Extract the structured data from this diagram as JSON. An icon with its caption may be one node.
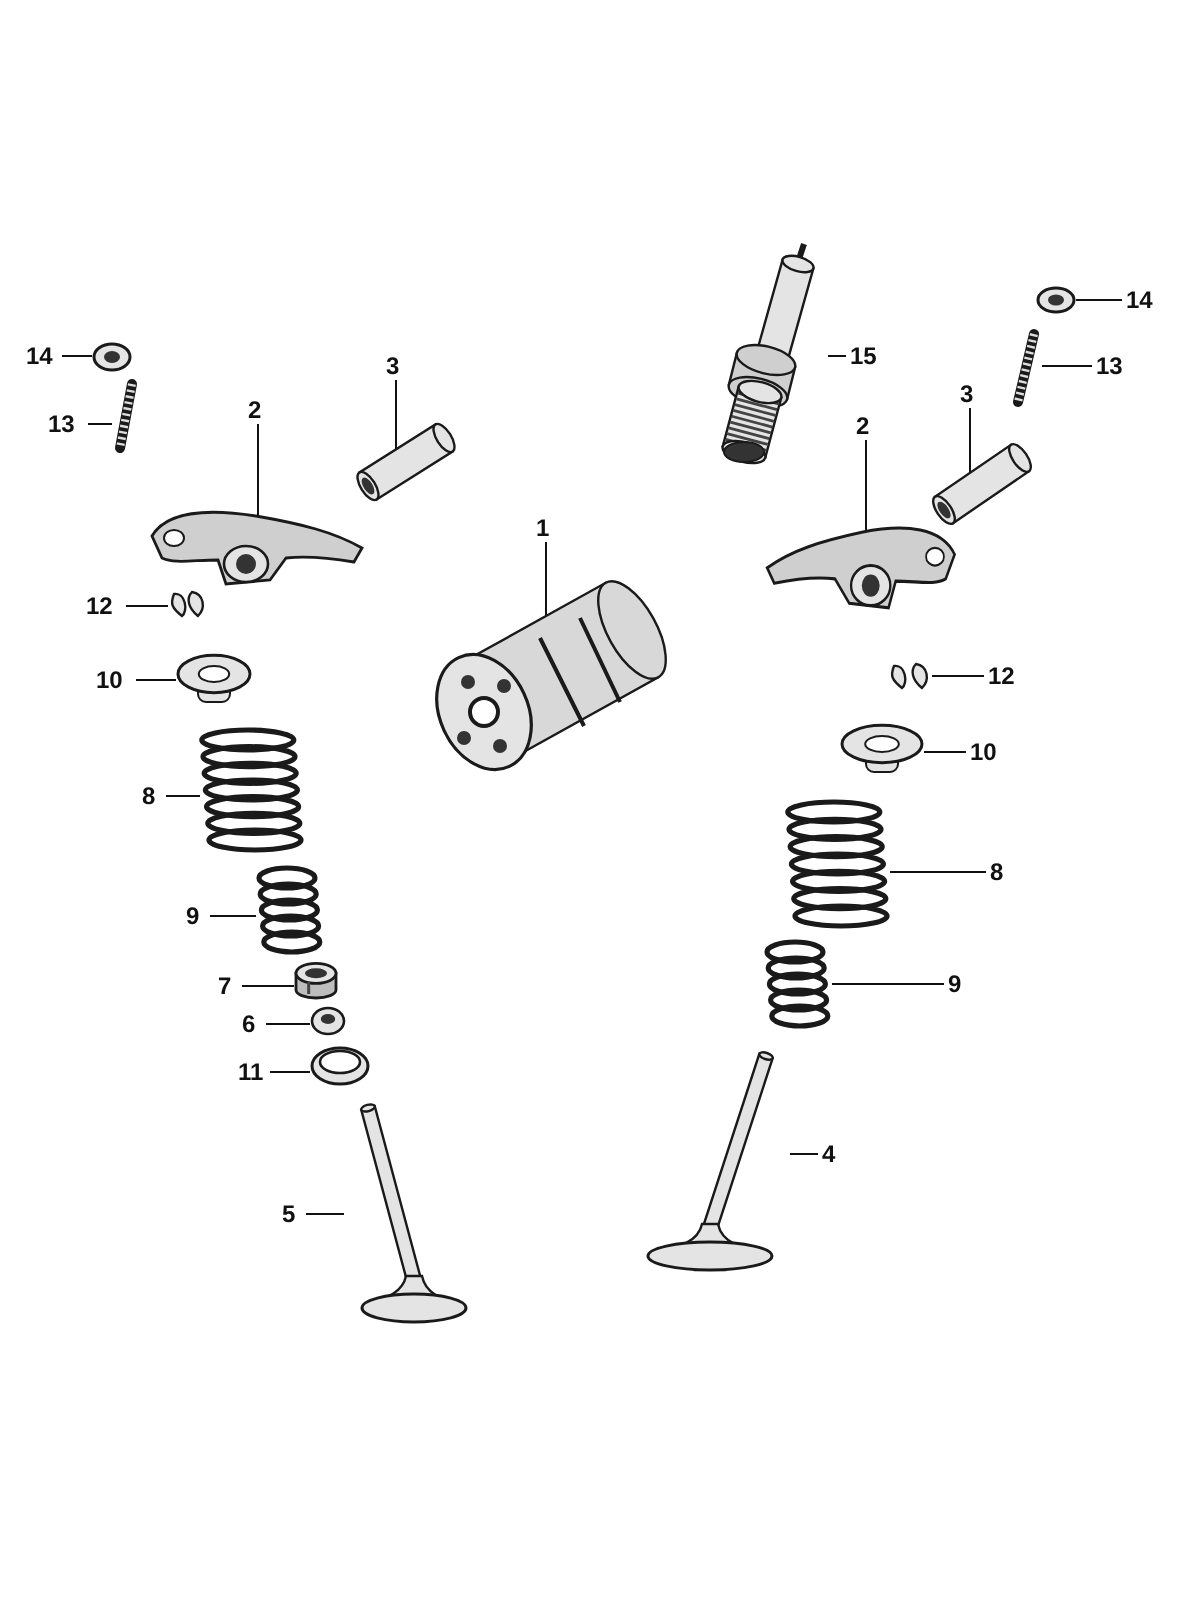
{
  "diagram": {
    "nodes": [
      {
        "text": [
          "14"
        ]
      },
      {
        "text": [],
        "shape": "picture"
      },
      {
        "text": [
          "13"
        ]
      },
      {
        "text": [],
        "shape": "picture"
      },
      {
        "text": [
          "3"
        ]
      },
      {
        "text": [],
        "shape": "picture"
      },
      {
        "text": [
          "2"
        ]
      },
      {
        "text": [],
        "shape": "picture"
      },
      {
        "text": [
          "14"
        ]
      },
      {
        "text": [],
        "shape": "picture"
      },
      {
        "text": [
          "15"
        ]
      },
      {
        "text": [],
        "shape": "picture"
      },
      {
        "text": [
          "13"
        ]
      },
      {
        "text": [],
        "shape": "picture"
      },
      {
        "text": [
          "3"
        ]
      },
      {
        "text": [],
        "shape": "picture"
      },
      {
        "text": [
          "2"
        ]
      },
      {
        "text": [],
        "shape": "picture"
      },
      {
        "text": [
          "1"
        ]
      },
      {
        "text": [],
        "shape": "picture"
      },
      {
        "text": [
          "12"
        ]
      },
      {
        "text": [],
        "shape": "picture"
      },
      {
        "text": [
          "12"
        ]
      },
      {
        "text": [],
        "shape": "picture"
      },
      {
        "text": [
          "10"
        ]
      },
      {
        "text": [],
        "shape": "picture"
      },
      {
        "text": [
          "10"
        ]
      },
      {
        "text": [],
        "shape": "picture"
      },
      {
        "text": [
          "8"
        ]
      },
      {
        "text": [],
        "shape": "picture"
      },
      {
        "text": [
          "8"
        ]
      },
      {
        "text": [],
        "shape": "picture"
      },
      {
        "text": [
          "9"
        ]
      },
      {
        "text": [],
        "shape": "picture"
      },
      {
        "text": [
          "9"
        ]
      },
      {
        "text": [],
        "shape": "picture"
      },
      {
        "text": [
          "7"
        ]
      },
      {
        "text": [],
        "shape": "picture"
      },
      {
        "text": [
          "6"
        ]
      },
      {
        "text": [],
        "shape": "picture"
      },
      {
        "text": [
          "11"
        ]
      },
      {
        "text": [],
        "shape": "picture"
      },
      {
        "text": [
          "4"
        ]
      },
      {
        "text": [],
        "shape": "picture"
      },
      {
        "text": [
          "5"
        ]
      },
      {
        "text": [],
        "shape": "picture"
      }
    ],
    "edges": [
      {
        "from": 0,
        "to": 1,
        "arrow": "none"
      },
      {
        "from": 2,
        "to": 3,
        "arrow": "none"
      },
      {
        "from": 4,
        "to": 5,
        "arrow": "none"
      },
      {
        "from": 6,
        "to": 7,
        "arrow": "none"
      },
      {
        "from": 8,
        "to": 9,
        "arrow": "none"
      },
      {
        "from": 10,
        "to": 11,
        "arrow": "none"
      },
      {
        "from": 12,
        "to": 13,
        "arrow": "none"
      },
      {
        "from": 14,
        "to": 15,
        "arrow": "none"
      },
      {
        "from": 16,
        "to": 17,
        "arrow": "none"
      },
      {
        "from": 18,
        "to": 19,
        "arrow": "none"
      },
      {
        "from": 20,
        "to": 21,
        "arrow": "none"
      },
      {
        "from": 22,
        "to": 23,
        "arrow": "none"
      },
      {
        "from": 24,
        "to": 25,
        "arrow": "none"
      },
      {
        "from": 26,
        "to": 27,
        "arrow": "none"
      },
      {
        "from": 28,
        "to": 29,
        "arrow": "none"
      },
      {
        "from": 30,
        "to": 31,
        "arrow": "none"
      },
      {
        "from": 32,
        "to": 33,
        "arrow": "none"
      },
      {
        "from": 34,
        "to": 35,
        "arrow": "none"
      },
      {
        "from": 36,
        "to": 37,
        "arrow": "none"
      },
      {
        "from": 38,
        "to": 39,
        "arrow": "none"
      },
      {
        "from": 40,
        "to": 41,
        "arrow": "none"
      },
      {
        "from": 42,
        "to": 43,
        "arrow": "none"
      },
      {
        "from": 44,
        "to": 45,
        "arrow": "none"
      }
    ]
  }
}
